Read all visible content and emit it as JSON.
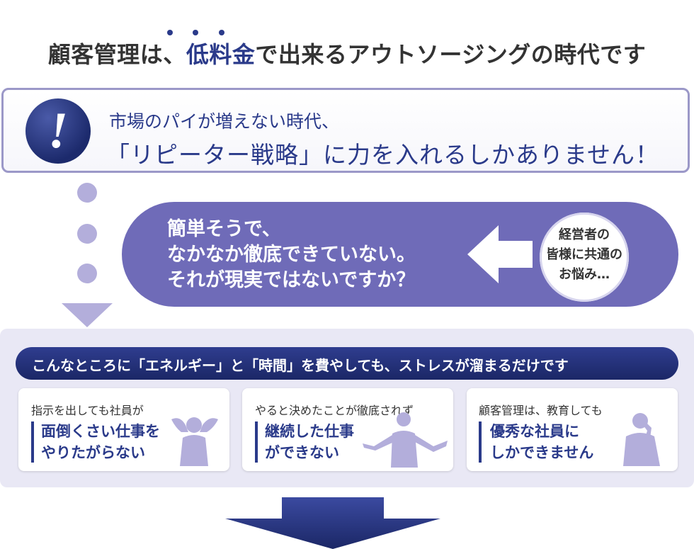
{
  "headline": {
    "part1": "顧客管理は、",
    "highlight": "低料金",
    "part2": "で出来るアウトソージングの時代です"
  },
  "alert": {
    "icon": "exclamation-icon",
    "line1": "市場のパイが増えない時代、",
    "line2": "「リピーター戦略」に力を入れるしかありません！"
  },
  "pill": {
    "lines": [
      "簡単そうで、",
      "なかなか徹底できていない。",
      "それが現実ではないですか？"
    ],
    "bubble_lines": [
      "経営者の",
      "皆様に共通の",
      "お悩み…"
    ]
  },
  "banner": {
    "text": "こんなところに「エネルギー」と「時間」を費やしても、ストレスが溜まるだけです"
  },
  "cards": [
    {
      "title": "指示を出しても社員が",
      "lines": [
        "面倒くさい仕事を",
        "やりたがらない"
      ],
      "icon": "stressed-person-icon"
    },
    {
      "title": "やると決めたことが徹底されず",
      "lines": [
        "継続した仕事",
        "ができない"
      ],
      "icon": "shrugging-person-icon"
    },
    {
      "title": "顧客管理は、教育しても",
      "lines": [
        "優秀な社員に",
        "しかできません"
      ],
      "icon": "thinking-person-icon"
    }
  ],
  "colors": {
    "navy": "#2a3a8a",
    "lavender": "#b3aedb",
    "pill": "#6f6bb8",
    "panel": "#e9e8f5"
  }
}
